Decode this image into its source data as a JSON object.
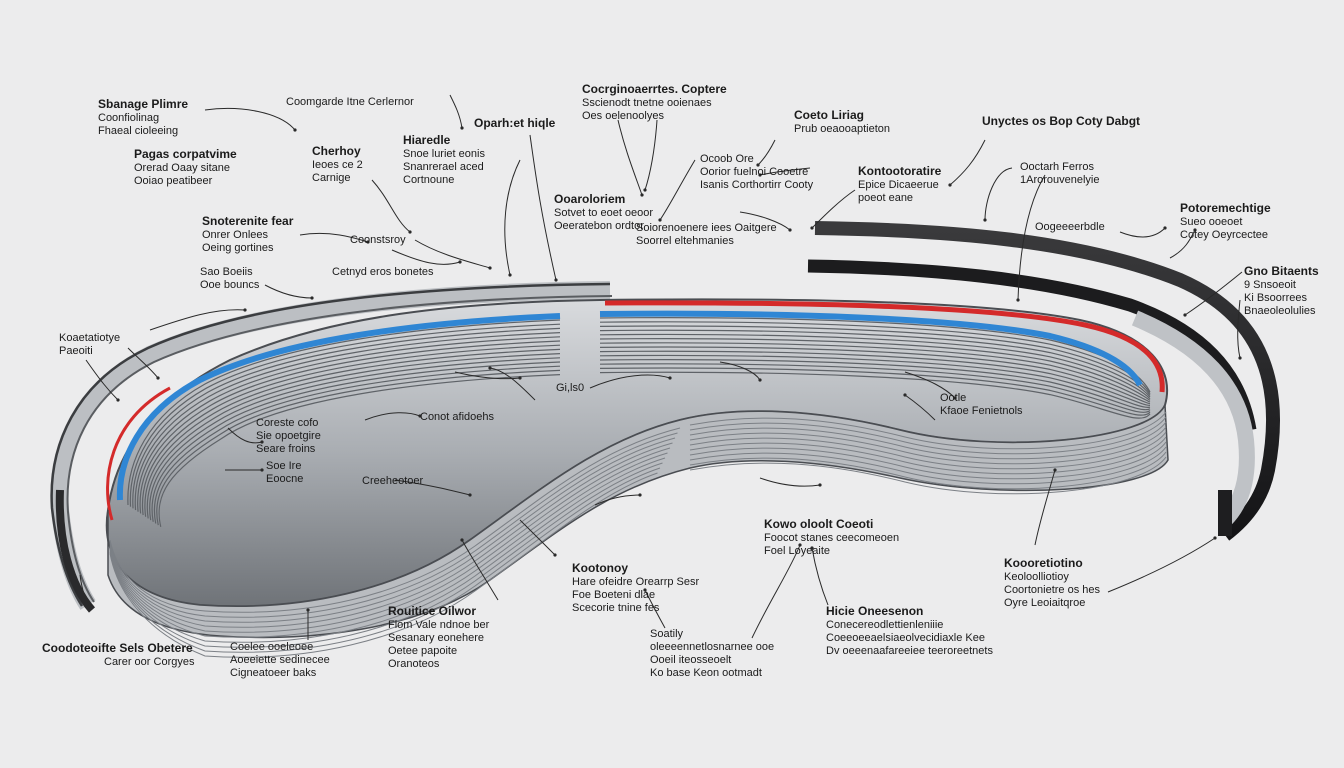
{
  "diagram": {
    "colors": {
      "background": "#ececed",
      "belt_steel": "#9a9ea3",
      "belt_edge": "#4a4d52",
      "red_layer": "#d42a2a",
      "blue_layer": "#2f86d4",
      "outer_band": "#2b2b2d",
      "text": "#1b1b1b"
    },
    "labels": [
      {
        "id": "a1",
        "title": "Sbanage Plimre",
        "lines": [
          "Coonfiolinag",
          "Fhaeal cioleeing"
        ]
      },
      {
        "id": "a2",
        "title": "",
        "lines": [
          "Coomgarde Itne Cerlernor"
        ]
      },
      {
        "id": "a3",
        "title": "Pagas corpatvime",
        "lines": [
          "Orerad Oaay sitane",
          "Ooiao peatibeer"
        ]
      },
      {
        "id": "a4",
        "title": "Cherhoy",
        "lines": [
          "Ieoes ce 2",
          "Carnige"
        ]
      },
      {
        "id": "a5",
        "title": "Hiaredle",
        "lines": [
          "Snoe luriet eonis",
          "Snanrerael aced",
          "Cortnoune"
        ]
      },
      {
        "id": "a6",
        "title": "Oparh:et hiqle",
        "lines": []
      },
      {
        "id": "a7",
        "title": "Cocrginoaerrtes. Coptere",
        "lines": [
          "Sscienodt tnetne ooienaes",
          "Oes oelenoolyes"
        ]
      },
      {
        "id": "a8",
        "title": "Coeto Liriag",
        "lines": [
          "Prub oeaooaptieton"
        ]
      },
      {
        "id": "a9",
        "title": "Unyctes os Bop Coty Dabgt",
        "lines": []
      },
      {
        "id": "a10",
        "title": "Snoterenite fear",
        "lines": [
          "Onrer Onlees",
          "Oeing gortines"
        ]
      },
      {
        "id": "a11",
        "title": "Coonstsroy",
        "lines": []
      },
      {
        "id": "a12",
        "title": "Ooaroloriem",
        "lines": [
          "Sotvet to eoet oeoor",
          "Oeeratebon ordtor"
        ]
      },
      {
        "id": "a13",
        "title": "Kontootoratire",
        "lines": [
          "Epice Dicaeerue",
          "poeot eane"
        ]
      },
      {
        "id": "a14",
        "title": "",
        "lines": [
          "Ooctarh Ferros",
          "1Arorouvenelyie"
        ]
      },
      {
        "id": "a15",
        "title": "Potoremechtige",
        "lines": [
          "Sueo ooeoet",
          "Cotey Oeyrcectee"
        ]
      },
      {
        "id": "a16",
        "title": "Ocoob Ore",
        "lines": [
          "Oorior fuelnoi Cooetre",
          "Isanis Corthortirr Cooty"
        ]
      },
      {
        "id": "a17",
        "title": "",
        "lines": [
          "Soiorenoenere iees Oaitgere",
          "Soorrel eltehmanies"
        ]
      },
      {
        "id": "a18",
        "title": "",
        "lines": [
          "Cetnyd eros bonetes"
        ]
      },
      {
        "id": "a19",
        "title": "Sao Boeiis",
        "lines": [
          "Ooe bouncs"
        ]
      },
      {
        "id": "a20",
        "title": "",
        "lines": [
          "Oogeeeerbdle"
        ]
      },
      {
        "id": "a21",
        "title": "Gno Bitaents",
        "lines": [
          "9 Snsoeoit",
          "Ki Bsoorrees",
          "Bnaeoleolulies"
        ]
      },
      {
        "id": "a22",
        "title": "Koaetatiotye",
        "lines": [
          "Paeoiti"
        ]
      },
      {
        "id": "a23",
        "title": "",
        "lines": [
          "Gi,ls0"
        ]
      },
      {
        "id": "a24",
        "title": "",
        "lines": [
          "Ootle",
          "Kfaoe Fenietnols"
        ]
      },
      {
        "id": "a25",
        "title": "",
        "lines": [
          "Coreste cofo",
          "Sie opoetgire",
          "Seare froins"
        ]
      },
      {
        "id": "a26",
        "title": "",
        "lines": [
          "Conot afidoehs"
        ]
      },
      {
        "id": "a27",
        "title": "",
        "lines": [
          "Soe Ire",
          "Eoocne"
        ]
      },
      {
        "id": "a28",
        "title": "",
        "lines": [
          "Creeheotoer"
        ]
      },
      {
        "id": "a29",
        "title": "Kowo oloolt Coeoti",
        "lines": [
          "Foocot stanes ceecomeoen",
          "Foel Loyeaite"
        ]
      },
      {
        "id": "a30",
        "title": "Koooretiotino",
        "lines": [
          "Keoloolliotioy",
          "Coortonietre os hes",
          "Oyre Leoiaitqroe"
        ]
      },
      {
        "id": "a31",
        "title": "Kootonoy",
        "lines": [
          "Hare ofeidre  Orearrp Sesr",
          "Foe Boeteni dlae",
          "Scecorie tnine fes"
        ]
      },
      {
        "id": "a32",
        "title": "Rouitice Oilwor",
        "lines": [
          "Flom Vale ndnoe ber",
          "Sesanary eonehere",
          "Oetee papoite",
          "Oranoteos"
        ]
      },
      {
        "id": "a33",
        "title": "",
        "lines": [
          "Soatily",
          "oleeeennetlosnarnee ooe",
          "Ooeil iteosseoelt",
          "Ko base Keon ootmadt"
        ]
      },
      {
        "id": "a34",
        "title": "Hicie Oneesenon",
        "lines": [
          "Conecereodlettienleniiie",
          "Coeeoeeaelsiaeolvecidiaxle Kee",
          "Dv oeeenaafareeiee teeroreetnets"
        ]
      },
      {
        "id": "a35",
        "title": "Coodoteoifte Sels Obetere",
        "lines": [
          "Carer oor Corgyes"
        ]
      },
      {
        "id": "a36",
        "title": "",
        "lines": [
          "Coelee ooeleoee",
          "Aoeeiette sedinecee",
          "Cigneatoeer baks"
        ]
      }
    ]
  }
}
